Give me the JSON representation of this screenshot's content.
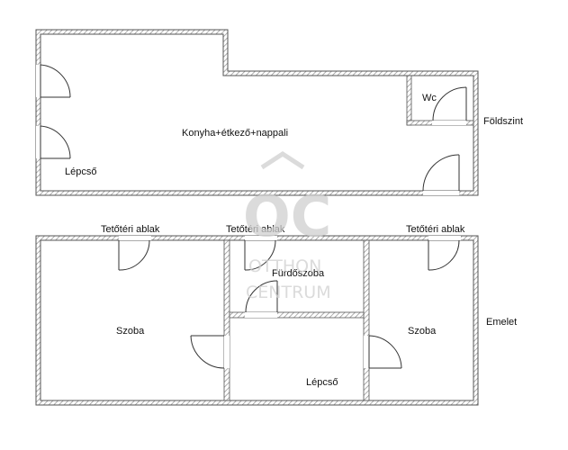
{
  "ground_floor": {
    "level_label": "Földszint",
    "rooms": {
      "living": "Konyha+étkező+nappali",
      "wc": "Wc",
      "stairs": "Lépcső"
    }
  },
  "upper_floor": {
    "level_label": "Emelet",
    "rooms": {
      "room_left": "Szoba",
      "bathroom": "Fürdőszoba",
      "stairs": "Lépcső",
      "room_right": "Szoba"
    },
    "skylights": [
      "Tetőtéri ablak",
      "Tetőtéri ablak",
      "Tetőtéri ablak"
    ]
  },
  "watermark": {
    "logo_letters": "OC",
    "line1": "OTTHON",
    "line2": "CENTRUM"
  },
  "colors": {
    "wall": "#555555",
    "hatch": "#9a9a9a",
    "watermark": "#cfcfcf"
  }
}
